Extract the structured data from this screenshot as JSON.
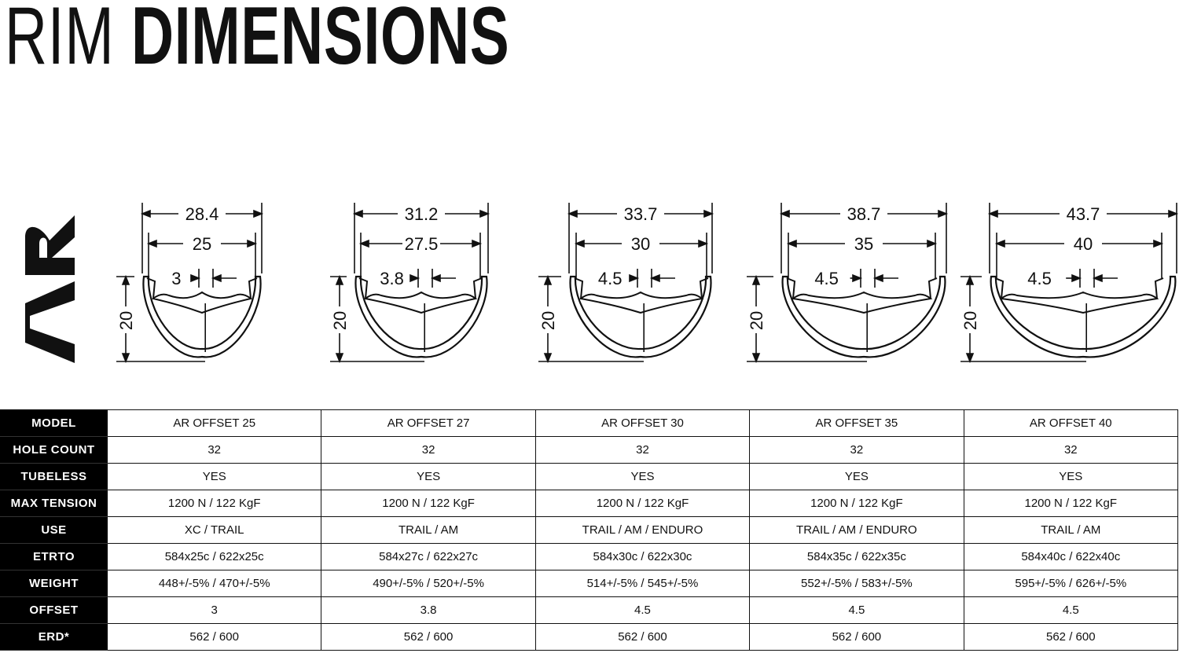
{
  "title": {
    "light": "RIM",
    "bold": "DIMENSIONS"
  },
  "series": {
    "name": "AR"
  },
  "rims": [
    {
      "outer": "28.4",
      "inner": "25",
      "offset": "3",
      "depth": "20"
    },
    {
      "outer": "31.2",
      "inner": "27.5",
      "offset": "3.8",
      "depth": "20"
    },
    {
      "outer": "33.7",
      "inner": "30",
      "offset": "4.5",
      "depth": "20"
    },
    {
      "outer": "38.7",
      "inner": "35",
      "offset": "4.5",
      "depth": "20"
    },
    {
      "outer": "43.7",
      "inner": "40",
      "offset": "4.5",
      "depth": "20"
    }
  ],
  "table": {
    "rows": [
      {
        "header": "MODEL",
        "values": [
          "AR OFFSET 25",
          "AR OFFSET 27",
          "AR OFFSET 30",
          "AR OFFSET 35",
          "AR OFFSET 40"
        ]
      },
      {
        "header": "HOLE COUNT",
        "values": [
          "32",
          "32",
          "32",
          "32",
          "32"
        ]
      },
      {
        "header": "TUBELESS",
        "values": [
          "YES",
          "YES",
          "YES",
          "YES",
          "YES"
        ]
      },
      {
        "header": "MAX TENSION",
        "values": [
          "1200 N / 122 KgF",
          "1200 N / 122 KgF",
          "1200 N / 122 KgF",
          "1200 N / 122 KgF",
          "1200 N / 122 KgF"
        ]
      },
      {
        "header": "USE",
        "values": [
          "XC / TRAIL",
          "TRAIL / AM",
          "TRAIL / AM / ENDURO",
          "TRAIL / AM / ENDURO",
          "TRAIL / AM"
        ]
      },
      {
        "header": "ETRTO",
        "values": [
          "584x25c / 622x25c",
          "584x27c / 622x27c",
          "584x30c / 622x30c",
          "584x35c / 622x35c",
          "584x40c / 622x40c"
        ]
      },
      {
        "header": "WEIGHT",
        "values": [
          "448+/-5% / 470+/-5%",
          "490+/-5% / 520+/-5%",
          "514+/-5% / 545+/-5%",
          "552+/-5% / 583+/-5%",
          "595+/-5% / 626+/-5%"
        ]
      },
      {
        "header": "OFFSET",
        "values": [
          "3",
          "3.8",
          "4.5",
          "4.5",
          "4.5"
        ]
      },
      {
        "header": "ERD*",
        "values": [
          "562 / 600",
          "562 / 600",
          "562 / 600",
          "562 / 600",
          "562 / 600"
        ]
      }
    ]
  }
}
